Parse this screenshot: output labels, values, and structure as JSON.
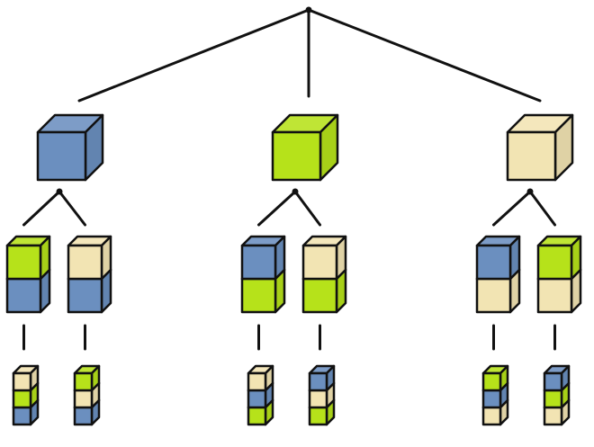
{
  "colors": {
    "blue": "#6b8fbf",
    "green": "#b6e21a",
    "tan": "#f2e4b3",
    "outline": "#111111",
    "background": "#ffffff"
  },
  "tree": {
    "root": {
      "children": [
        {
          "cube": "blue",
          "children": [
            {
              "stack2": [
                "green",
                "blue"
              ],
              "stack3": [
                "tan",
                "green",
                "blue"
              ]
            },
            {
              "stack2": [
                "tan",
                "blue"
              ],
              "stack3": [
                "green",
                "tan",
                "blue"
              ]
            }
          ]
        },
        {
          "cube": "green",
          "children": [
            {
              "stack2": [
                "blue",
                "green"
              ],
              "stack3": [
                "tan",
                "blue",
                "green"
              ]
            },
            {
              "stack2": [
                "tan",
                "green"
              ],
              "stack3": [
                "blue",
                "tan",
                "green"
              ]
            }
          ]
        },
        {
          "cube": "tan",
          "children": [
            {
              "stack2": [
                "blue",
                "tan"
              ],
              "stack3": [
                "green",
                "blue",
                "tan"
              ]
            },
            {
              "stack2": [
                "green",
                "tan"
              ],
              "stack3": [
                "blue",
                "green",
                "tan"
              ]
            }
          ]
        }
      ]
    }
  }
}
